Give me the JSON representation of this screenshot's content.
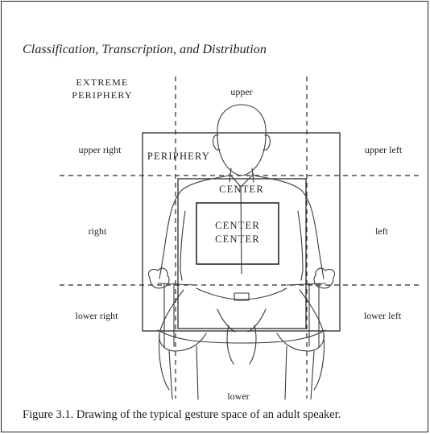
{
  "heading": "Classification, Transcription, and Distribution",
  "regions": {
    "extreme_periphery_line1": "EXTREME",
    "extreme_periphery_line2": "PERIPHERY",
    "periphery": "PERIPHERY",
    "center": "CENTER",
    "center_center_line1": "CENTER",
    "center_center_line2": "CENTER",
    "upper": "upper",
    "upper_right": "upper right",
    "upper_left": "upper left",
    "right": "right",
    "left": "left",
    "lower_right": "lower right",
    "lower_left": "lower left",
    "lower": "lower"
  },
  "caption": "Figure 3.1. Drawing of the typical gesture space of an adult speaker."
}
